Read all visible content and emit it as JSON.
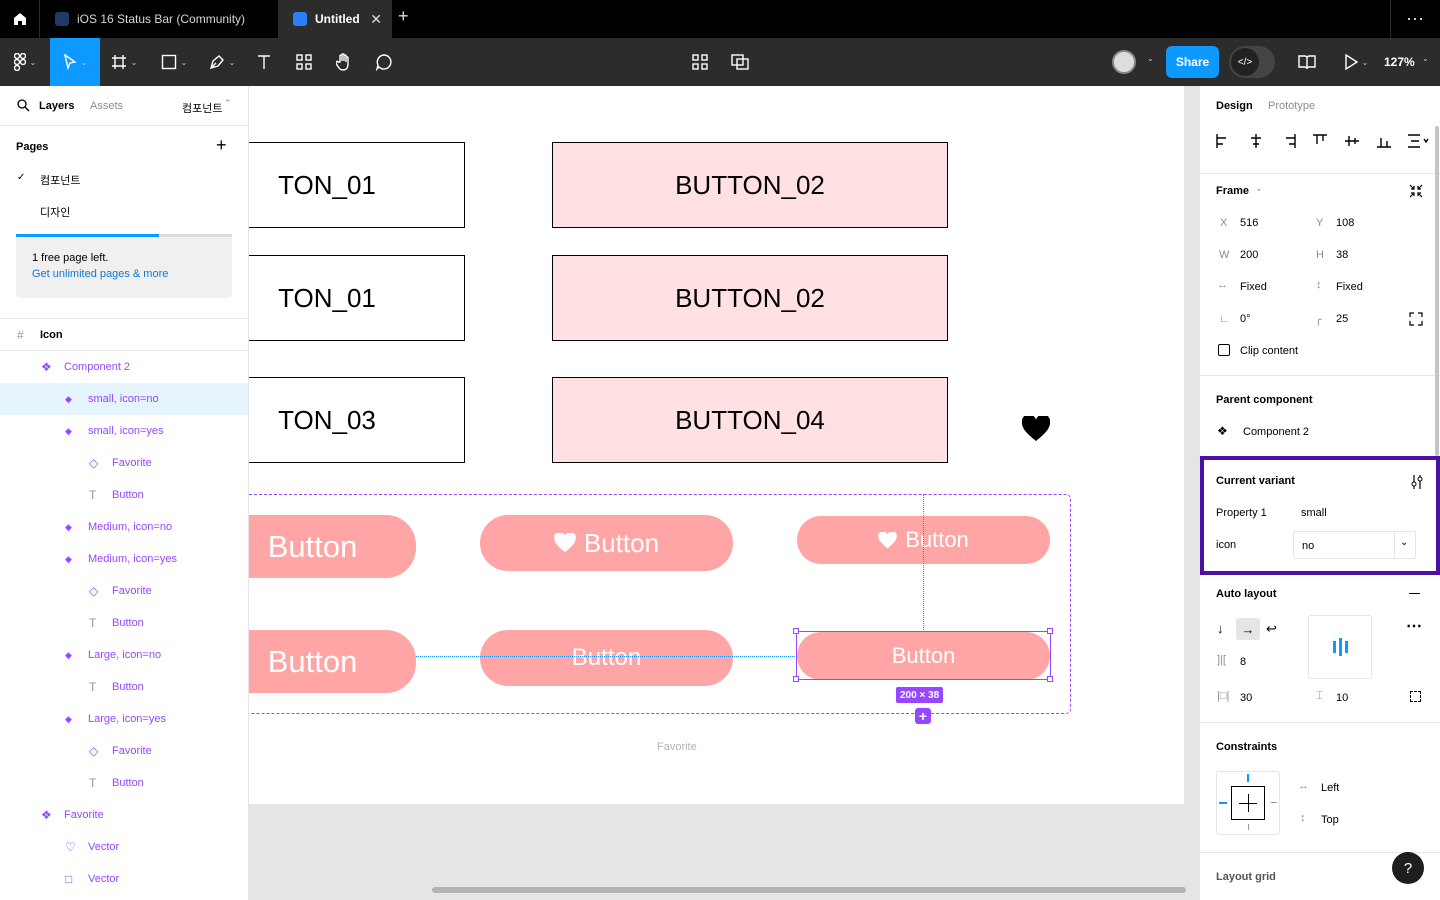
{
  "tabs": [
    {
      "label": "iOS 16 Status Bar (Community)"
    },
    {
      "label": "Untitled",
      "close": "✕"
    }
  ],
  "toolbar": {
    "share_label": "Share",
    "zoom": "127%",
    "dev_icon": "</>"
  },
  "left_panel": {
    "tabs": [
      "Layers",
      "Assets"
    ],
    "page_switch": "컴포넌트",
    "pages_title": "Pages",
    "pages": [
      "컴포넌트",
      "디자인"
    ],
    "free_notice": "1 free page left.",
    "free_link": "Get unlimited pages & more",
    "free_progress": 0.66,
    "layers": [
      {
        "label": "Icon",
        "icon": "frame-icon",
        "indent": 0
      },
      {
        "label": "Component 2",
        "icon": "component-set-icon",
        "indent": 1
      },
      {
        "label": "small, icon=no",
        "icon": "variant-icon",
        "indent": 2,
        "selected": true
      },
      {
        "label": "small, icon=yes",
        "icon": "variant-icon",
        "indent": 2
      },
      {
        "label": "Favorite",
        "icon": "instance-icon",
        "indent": 3
      },
      {
        "label": "Button",
        "icon": "text-icon",
        "indent": 3
      },
      {
        "label": "Medium, icon=no",
        "icon": "variant-icon",
        "indent": 2
      },
      {
        "label": "Medium, icon=yes",
        "icon": "variant-icon",
        "indent": 2
      },
      {
        "label": "Favorite",
        "icon": "instance-icon",
        "indent": 3
      },
      {
        "label": "Button",
        "icon": "text-icon",
        "indent": 3
      },
      {
        "label": "Large, icon=no",
        "icon": "variant-icon",
        "indent": 2
      },
      {
        "label": "Button",
        "icon": "text-icon",
        "indent": 3
      },
      {
        "label": "Large, icon=yes",
        "icon": "variant-icon",
        "indent": 2
      },
      {
        "label": "Favorite",
        "icon": "instance-icon",
        "indent": 3
      },
      {
        "label": "Button",
        "icon": "text-icon",
        "indent": 3
      },
      {
        "label": "Favorite",
        "icon": "component-set-icon",
        "indent": 1
      },
      {
        "label": "Vector",
        "icon": "heart-icon",
        "indent": 2
      },
      {
        "label": "Vector",
        "icon": "rect-icon",
        "indent": 2
      }
    ]
  },
  "canvas": {
    "boxes": [
      "TON_01",
      "BUTTON_02",
      "TON_01",
      "BUTTON_02",
      "TON_03",
      "BUTTON_04"
    ],
    "pills": [
      "Button",
      "Button",
      "Button",
      "Button",
      "Button",
      "Button"
    ],
    "size_badge": "200 × 38",
    "frame_caption": "Favorite"
  },
  "right_panel": {
    "tabs": [
      "Design",
      "Prototype"
    ],
    "frame_title": "Frame",
    "x_label": "X",
    "x": "516",
    "y_label": "Y",
    "y": "108",
    "w_label": "W",
    "w": "200",
    "h_label": "H",
    "h": "38",
    "h_resize": "Fixed",
    "v_resize": "Fixed",
    "rotation": "0°",
    "radius": "25",
    "clip_content": "Clip content",
    "parent_title": "Parent component",
    "parent_name": "Component 2",
    "variant_title": "Current variant",
    "property1_label": "Property 1",
    "property1_value": "small",
    "icon_label": "icon",
    "icon_value": "no",
    "autolayout_title": "Auto layout",
    "gap": "8",
    "padding_h": "30",
    "padding_v": "10",
    "constraints_title": "Constraints",
    "constraint_h": "Left",
    "constraint_v": "Top",
    "layout_grid_title": "Layout grid",
    "help": "?"
  }
}
